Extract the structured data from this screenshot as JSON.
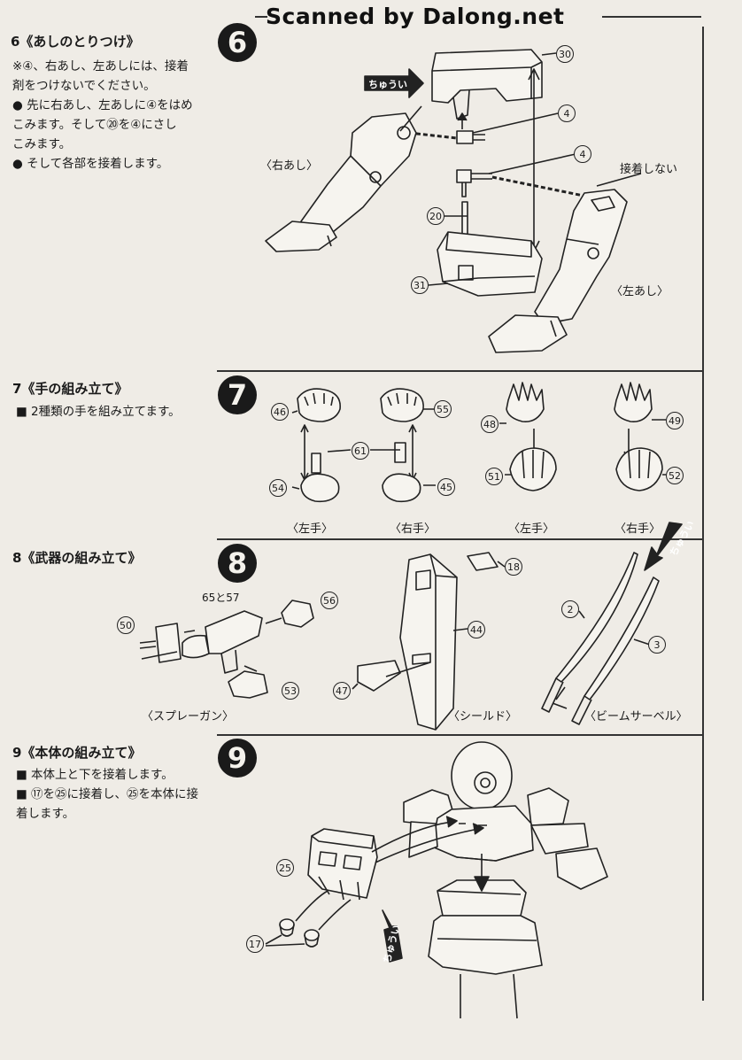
{
  "watermark": "Scanned by Dalong.net",
  "sections": [
    {
      "id": "6",
      "title": "6《あしのとりつけ》",
      "text": "※④、右あし、左あしには、接着\n剤をつけないでください。\n● 先に右あし、左あしに④をはめ\nこみます。そして⑳を④にさし\nこみます。\n● そして各部を接着します。"
    },
    {
      "id": "7",
      "title": "7《手の組み立て》",
      "text": "■ 2種類の手を組み立てます。"
    },
    {
      "id": "8",
      "title": "8《武器の組み立て》",
      "text": ""
    },
    {
      "id": "9",
      "title": "9《本体の組み立て》",
      "text": "■ 本体上と下を接着します。\n■ ⑰を㉕に接着し、㉕を本体に接\n着します。"
    }
  ],
  "diagram6": {
    "badge": "6",
    "chuui": "ちゅうい",
    "right_leg": "〈右あし〉",
    "left_leg": "〈左あし〉",
    "no_glue": "接着しない",
    "parts": [
      "30",
      "4",
      "4",
      "20",
      "31"
    ]
  },
  "diagram7": {
    "badge": "7",
    "parts": [
      "46",
      "55",
      "48",
      "49",
      "61",
      "51",
      "52",
      "54",
      "45"
    ],
    "captions": [
      "〈左手〉",
      "〈右手〉",
      "〈左手〉",
      "〈右手〉"
    ]
  },
  "diagram8": {
    "badge": "8",
    "chuui": "ちゅうい",
    "part_65_57": "65と57",
    "parts": [
      "56",
      "50",
      "53",
      "18",
      "44",
      "47",
      "2",
      "3"
    ],
    "captions": [
      "〈スプレーガン〉",
      "〈シールド〉",
      "〈ビームサーベル〉"
    ]
  },
  "diagram9": {
    "badge": "9",
    "chuui": "ちゅうい",
    "parts": [
      "25",
      "17"
    ]
  }
}
